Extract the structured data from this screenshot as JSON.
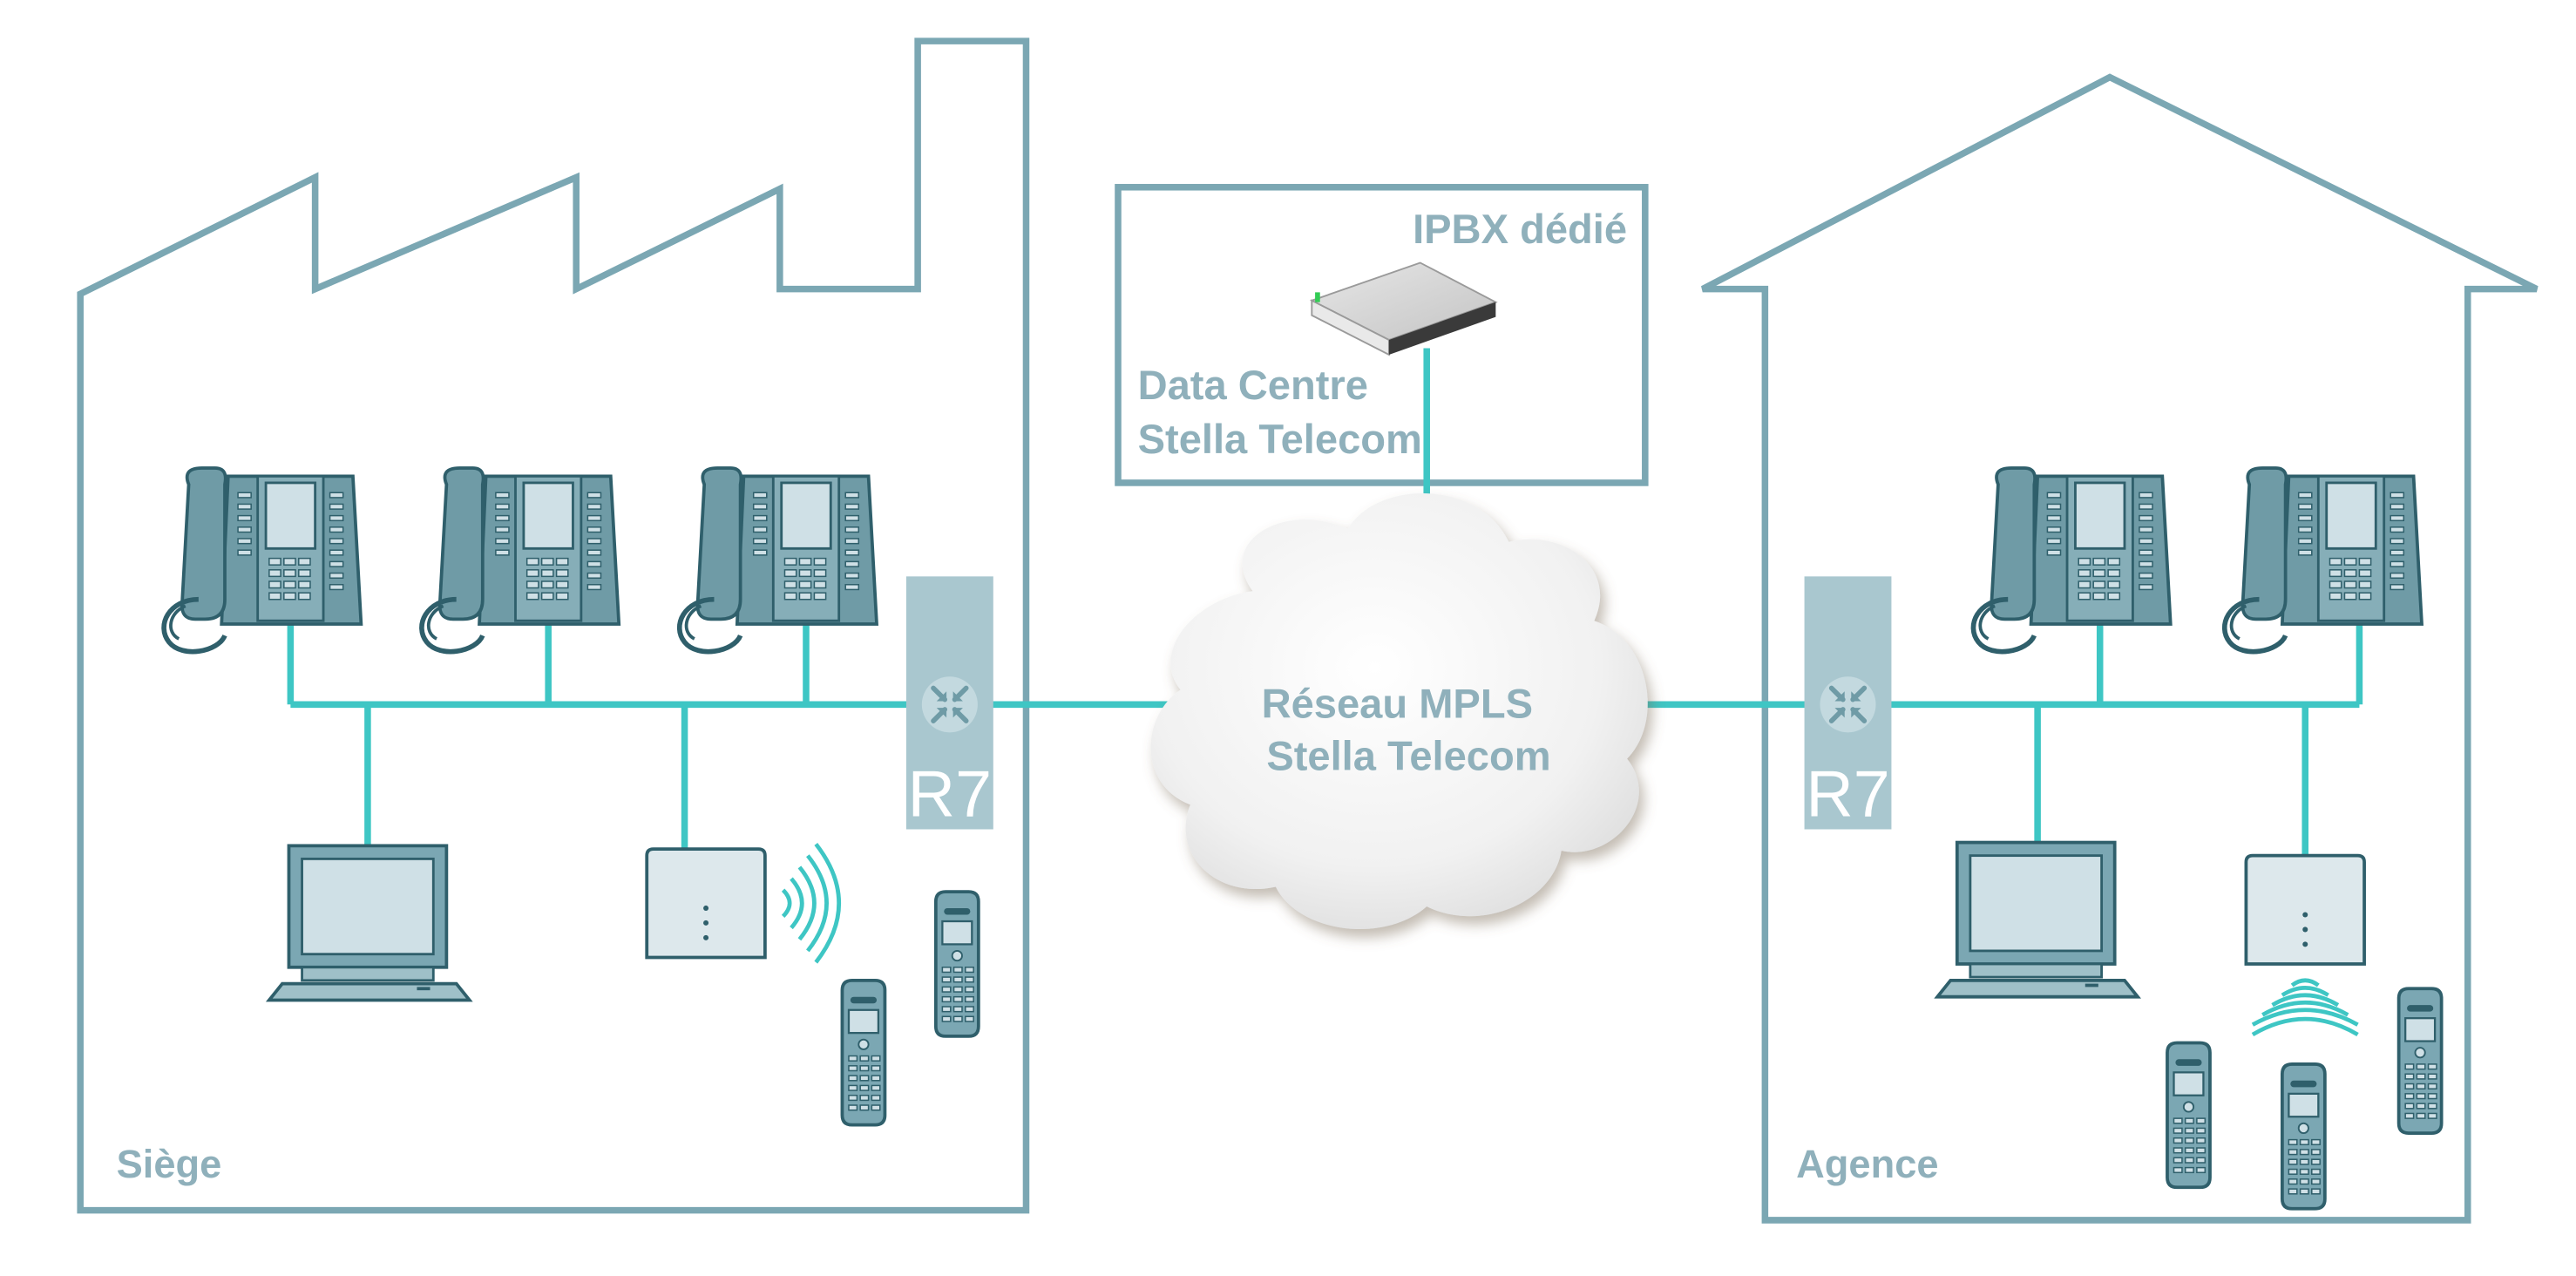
{
  "diagram": {
    "sites": {
      "headquarters_label": "Siège",
      "branch_label": "Agence"
    },
    "datacenter": {
      "title": "IPBX dédié",
      "name_line1": "Data Centre",
      "name_line2": "Stella Telecom"
    },
    "network": {
      "name_line1": "Réseau MPLS",
      "name_line2": "Stella Telecom"
    },
    "routers": {
      "left_label": "R7",
      "right_label": "R7"
    },
    "colors": {
      "outline": "#7ba7b3",
      "link": "#3ec6c4",
      "device_fill": "#6f9ba6",
      "device_dark": "#3e6e7a",
      "device_light": "#cfe0e6",
      "label_text": "#8fb0bb",
      "router_bg": "#a9c7cf"
    }
  }
}
